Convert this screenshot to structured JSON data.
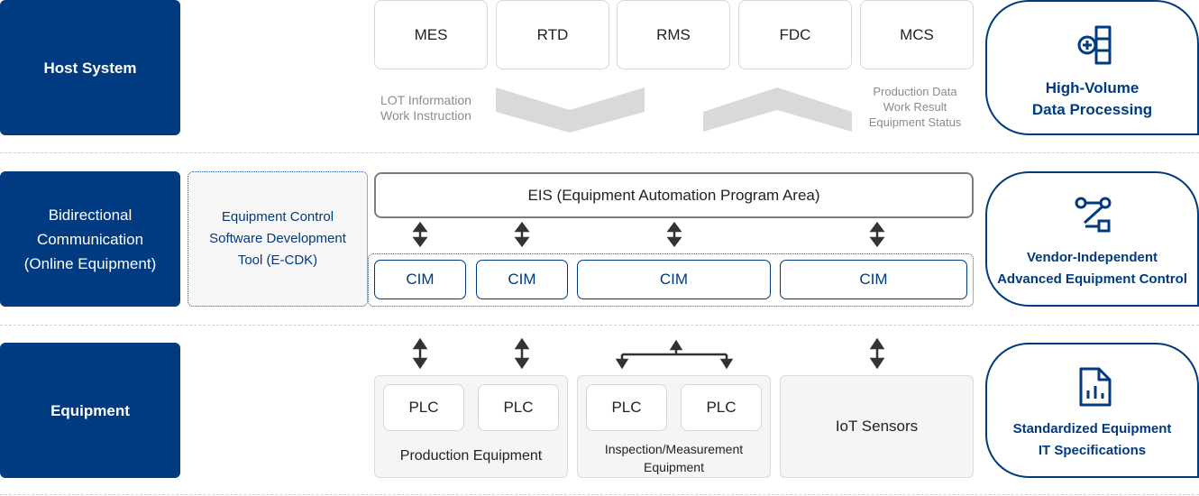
{
  "layers": {
    "host": "Host System",
    "bidirectional": "Bidirectional\nCommunication\n(Online Equipment)",
    "equipment": "Equipment"
  },
  "host_systems": [
    "MES",
    "RTD",
    "RMS",
    "FDC",
    "MCS"
  ],
  "flows": {
    "down": "LOT Information\nWork Instruction",
    "up": "Production Data\nWork Result\nEquipment Status"
  },
  "ecdk": "Equipment Control\nSoftware Development\nTool (E-CDK)",
  "eis": "EIS (Equipment Automation Program Area)",
  "cim_labels": [
    "CIM",
    "CIM",
    "CIM",
    "CIM"
  ],
  "equipment_groups": {
    "production": {
      "plcs": [
        "PLC",
        "PLC"
      ],
      "label": "Production Equipment"
    },
    "inspection": {
      "plcs": [
        "PLC",
        "PLC"
      ],
      "label": "Inspection/Measurement\nEquipment"
    },
    "iot": "IoT Sensors"
  },
  "features": [
    {
      "icon": "data-processing-icon",
      "text": "High-Volume\nData Processing"
    },
    {
      "icon": "workflow-control-icon",
      "text": "Vendor-Independent\nAdvanced Equipment Control"
    },
    {
      "icon": "spec-document-icon",
      "text": "Standardized Equipment\nIT Specifications"
    }
  ],
  "colors": {
    "navy": "#003a80",
    "chevron": "#d9d9d9",
    "arrow": "#333333"
  }
}
